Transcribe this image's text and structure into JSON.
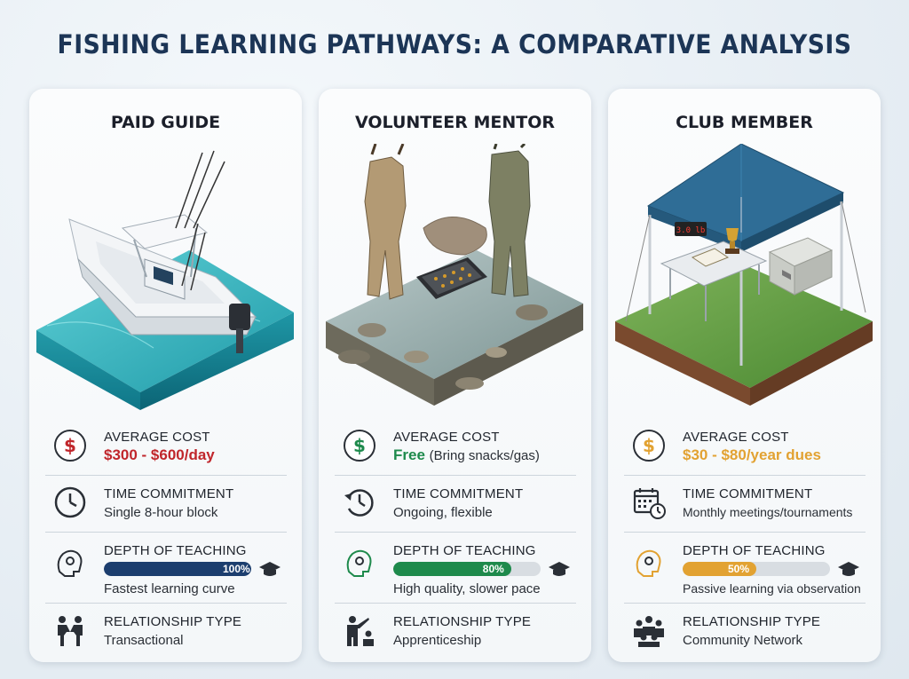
{
  "page": {
    "title": "FISHING LEARNING PATHWAYS: A COMPARATIVE ANALYSIS"
  },
  "colors": {
    "navy": "#1c3e6e",
    "red": "#c0262b",
    "green": "#1e8a4c",
    "amber": "#e2a232"
  },
  "cards": [
    {
      "title": "PAID GUIDE",
      "cost": {
        "label": "AVERAGE COST",
        "value": "$300 - $600/day",
        "sub": ""
      },
      "time": {
        "label": "TIME COMMITMENT",
        "value": "Single 8-hour block",
        "icon": "clock-icon"
      },
      "depth": {
        "label": "DEPTH OF TEACHING",
        "percent": 100,
        "percent_label": "100%",
        "caption": "Fastest learning curve"
      },
      "relation": {
        "label": "RELATIONSHIP TYPE",
        "value": "Transactional",
        "icon": "handshake-people-icon"
      }
    },
    {
      "title": "VOLUNTEER MENTOR",
      "cost": {
        "label": "AVERAGE COST",
        "value": "Free",
        "sub": "(Bring snacks/gas)"
      },
      "time": {
        "label": "TIME COMMITMENT",
        "value": "Ongoing, flexible",
        "icon": "cycle-clock-icon"
      },
      "depth": {
        "label": "DEPTH OF TEACHING",
        "percent": 80,
        "percent_label": "80%",
        "caption": "High quality, slower pace"
      },
      "relation": {
        "label": "RELATIONSHIP TYPE",
        "value": "Apprenticeship",
        "icon": "teacher-student-icon"
      }
    },
    {
      "title": "CLUB MEMBER",
      "cost": {
        "label": "AVERAGE COST",
        "value": "$30 - $80/year dues",
        "sub": ""
      },
      "time": {
        "label": "TIME COMMITMENT",
        "value": "Monthly meetings/tournaments",
        "icon": "calendar-clock-icon"
      },
      "depth": {
        "label": "DEPTH OF TEACHING",
        "percent": 50,
        "percent_label": "50%",
        "caption": "Passive learning via observation"
      },
      "relation": {
        "label": "RELATIONSHIP TYPE",
        "value": "Community Network",
        "icon": "group-icon"
      }
    }
  ],
  "scene_text": {
    "scoreboard": "3.0 lb"
  }
}
